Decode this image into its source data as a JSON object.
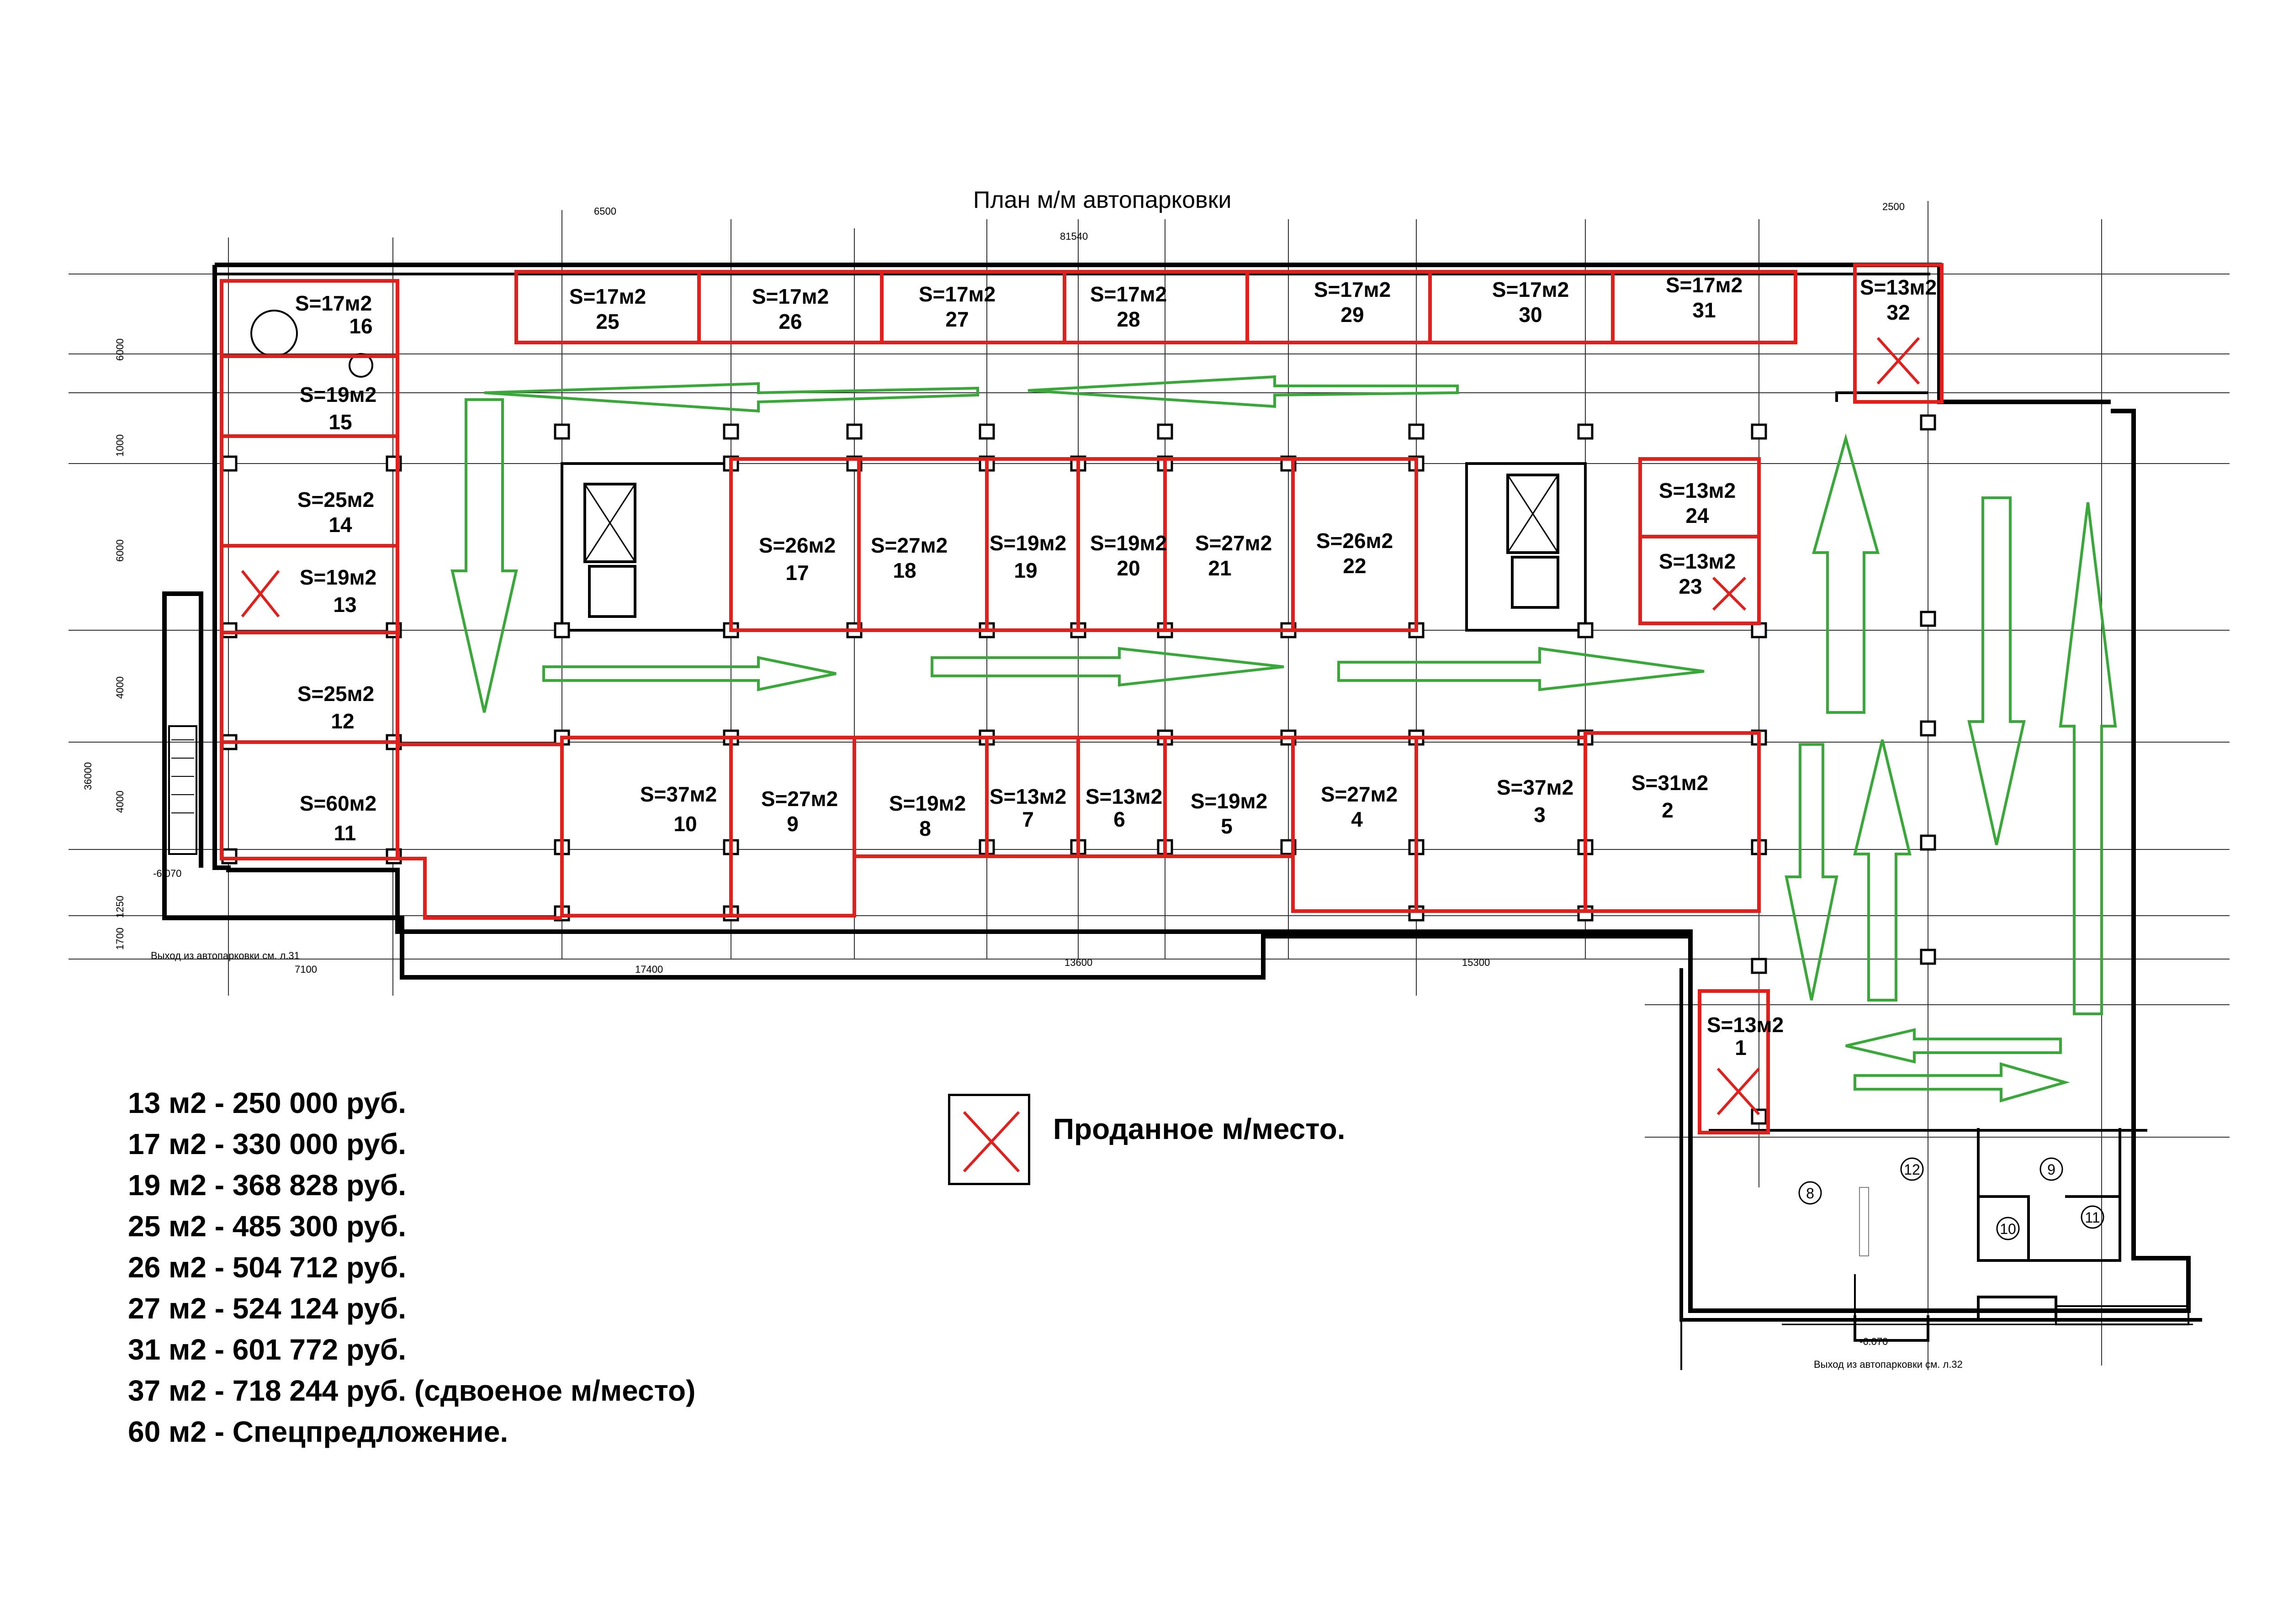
{
  "plan_title": "План м/м автопарковки",
  "stalls": [
    {
      "area": "S=17м2",
      "num": "16"
    },
    {
      "area": "S=19м2",
      "num": "15"
    },
    {
      "area": "S=25м2",
      "num": "14"
    },
    {
      "area": "S=19м2",
      "num": "13"
    },
    {
      "area": "S=25м2",
      "num": "12"
    },
    {
      "area": "S=60м2",
      "num": "11"
    },
    {
      "area": "S=17м2",
      "num": "25"
    },
    {
      "area": "S=17м2",
      "num": "26"
    },
    {
      "area": "S=17м2",
      "num": "27"
    },
    {
      "area": "S=17м2",
      "num": "28"
    },
    {
      "area": "S=17м2",
      "num": "29"
    },
    {
      "area": "S=17м2",
      "num": "30"
    },
    {
      "area": "S=17м2",
      "num": "31"
    },
    {
      "area": "S=13м2",
      "num": "32"
    },
    {
      "area": "S=26м2",
      "num": "17"
    },
    {
      "area": "S=27м2",
      "num": "18"
    },
    {
      "area": "S=19м2",
      "num": "19"
    },
    {
      "area": "S=19м2",
      "num": "20"
    },
    {
      "area": "S=27м2",
      "num": "21"
    },
    {
      "area": "S=26м2",
      "num": "22"
    },
    {
      "area": "S=13м2",
      "num": "24"
    },
    {
      "area": "S=13м2",
      "num": "23"
    },
    {
      "area": "S=37м2",
      "num": "10"
    },
    {
      "area": "S=27м2",
      "num": "9"
    },
    {
      "area": "S=19м2",
      "num": "8"
    },
    {
      "area": "S=13м2",
      "num": "7"
    },
    {
      "area": "S=13м2",
      "num": "6"
    },
    {
      "area": "S=19м2",
      "num": "5"
    },
    {
      "area": "S=27м2",
      "num": "4"
    },
    {
      "area": "S=37м2",
      "num": "3"
    },
    {
      "area": "S=31м2",
      "num": "2"
    },
    {
      "area": "S=13м2",
      "num": "1"
    }
  ],
  "dimensions": {
    "top_span_1": "6500",
    "top_total": "81540",
    "top_right": "2500",
    "left_vertical": "36000",
    "bottom_1": "7100",
    "bottom_2": "17400",
    "bottom_3": "13600",
    "bottom_4": "15300",
    "left_1": "6000",
    "left_2": "1000",
    "left_3": "6000",
    "left_4": "4000",
    "left_5": "4000",
    "left_6": "1250",
    "left_7": "1700",
    "level_left": "-6.070",
    "level_right": "-6.070"
  },
  "exits": {
    "left": "Выход из автопарковки см. л.31",
    "right": "Выход из автопарковки см. л.32"
  },
  "utility_rooms": [
    "8",
    "9",
    "10",
    "11",
    "12"
  ],
  "price_list": [
    "13 м2 - 250 000 руб.",
    "17 м2 - 330 000 руб.",
    "19 м2 - 368 828 руб.",
    "25 м2 - 485 300 руб.",
    "26 м2 - 504 712 руб.",
    "27 м2 - 524 124 руб.",
    "31 м2 - 601 772 руб.",
    "37 м2 - 718 244 руб. (сдвоеное м/место)",
    "60 м2 - Спецпредложение."
  ],
  "legend": {
    "sold_label": "Проданное м/место."
  },
  "colors": {
    "stall_outline": "#e0201c",
    "sold_mark": "#e0201c",
    "traffic_arrow": "#3aa73a",
    "drawing_line": "#000000"
  }
}
